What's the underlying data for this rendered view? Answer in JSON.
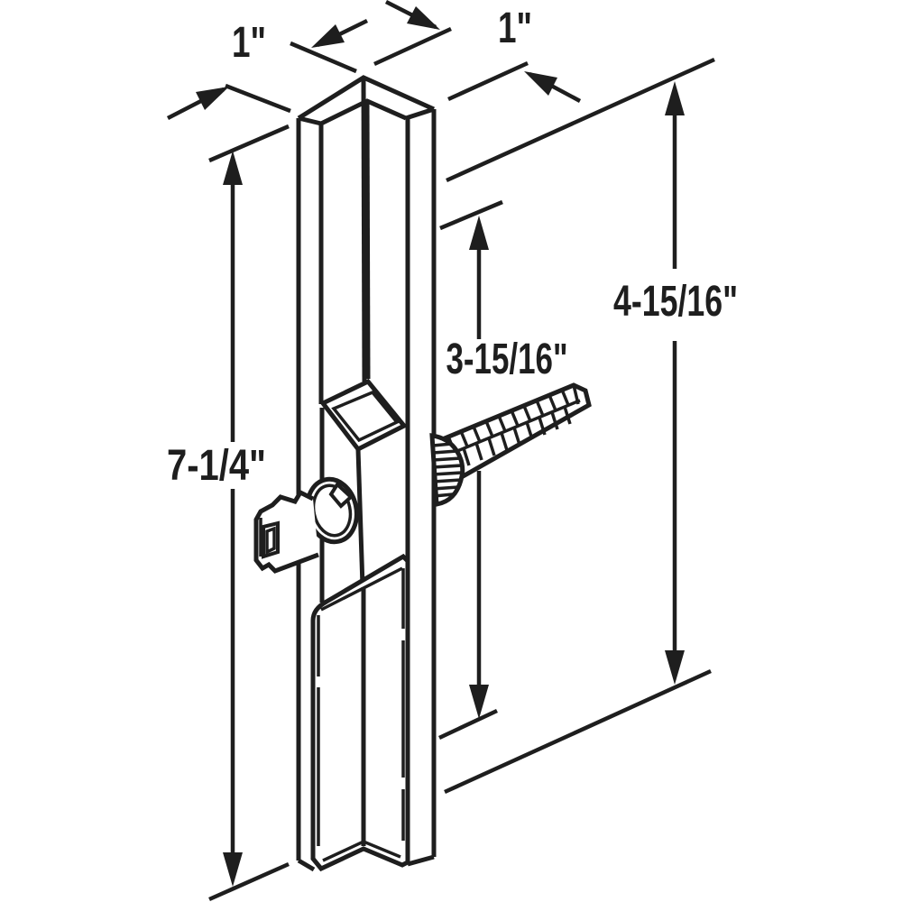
{
  "labels": {
    "width_left": "1\"",
    "width_right": "1\"",
    "length_overall": "7-1/4\"",
    "span_inner": "3-15/16\"",
    "span_outer": "4-15/16\""
  },
  "colors": {
    "line": "#1e1e1e",
    "background": "#ffffff"
  }
}
